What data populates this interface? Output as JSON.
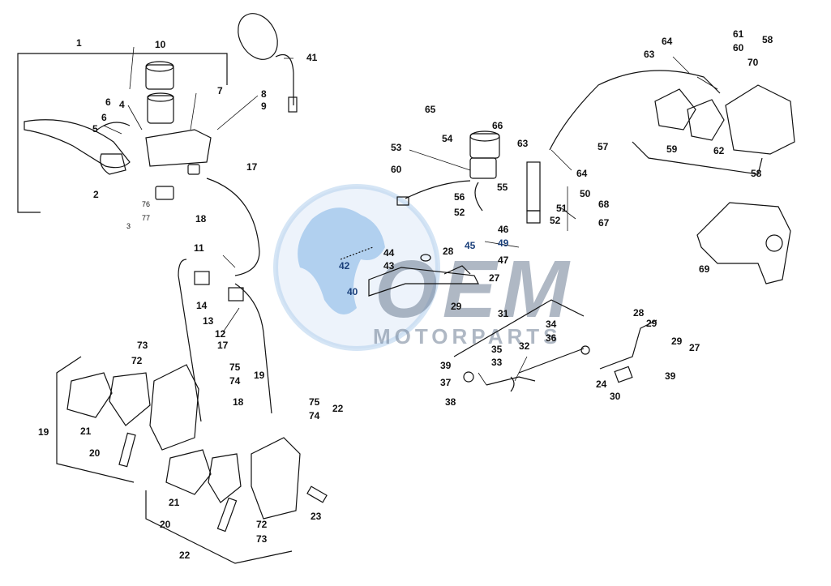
{
  "watermark": {
    "logo_text": "OEM",
    "sub_text": "MOTORPARTS",
    "color": "#6f7f95",
    "accent": "#2f7fd6"
  },
  "callouts": [
    {
      "id": "c1",
      "text": "1"
    },
    {
      "id": "c2",
      "text": "2"
    },
    {
      "id": "c3",
      "text": "3"
    },
    {
      "id": "c4",
      "text": "4"
    },
    {
      "id": "c5",
      "text": "5"
    },
    {
      "id": "c6a",
      "text": "6"
    },
    {
      "id": "c6b",
      "text": "6"
    },
    {
      "id": "c7",
      "text": "7"
    },
    {
      "id": "c8",
      "text": "8"
    },
    {
      "id": "c9",
      "text": "9"
    },
    {
      "id": "c10",
      "text": "10"
    },
    {
      "id": "c11",
      "text": "11"
    },
    {
      "id": "c12",
      "text": "12"
    },
    {
      "id": "c13",
      "text": "13"
    },
    {
      "id": "c14",
      "text": "14"
    },
    {
      "id": "c17a",
      "text": "17"
    },
    {
      "id": "c17b",
      "text": "17"
    },
    {
      "id": "c18a",
      "text": "18"
    },
    {
      "id": "c18b",
      "text": "18"
    },
    {
      "id": "c19a",
      "text": "19"
    },
    {
      "id": "c19b",
      "text": "19"
    },
    {
      "id": "c20a",
      "text": "20"
    },
    {
      "id": "c20b",
      "text": "20"
    },
    {
      "id": "c21a",
      "text": "21"
    },
    {
      "id": "c21b",
      "text": "21"
    },
    {
      "id": "c22a",
      "text": "22"
    },
    {
      "id": "c22b",
      "text": "22"
    },
    {
      "id": "c23",
      "text": "23"
    },
    {
      "id": "c24",
      "text": "24"
    },
    {
      "id": "c27a",
      "text": "27"
    },
    {
      "id": "c27b",
      "text": "27"
    },
    {
      "id": "c28a",
      "text": "28"
    },
    {
      "id": "c28b",
      "text": "28"
    },
    {
      "id": "c29a",
      "text": "29"
    },
    {
      "id": "c29b",
      "text": "29"
    },
    {
      "id": "c29c",
      "text": "29"
    },
    {
      "id": "c30",
      "text": "30"
    },
    {
      "id": "c31",
      "text": "31"
    },
    {
      "id": "c32",
      "text": "32"
    },
    {
      "id": "c33",
      "text": "33"
    },
    {
      "id": "c34",
      "text": "34"
    },
    {
      "id": "c35",
      "text": "35"
    },
    {
      "id": "c36",
      "text": "36"
    },
    {
      "id": "c37",
      "text": "37"
    },
    {
      "id": "c38",
      "text": "38"
    },
    {
      "id": "c39a",
      "text": "39"
    },
    {
      "id": "c39b",
      "text": "39"
    },
    {
      "id": "c40",
      "text": "40"
    },
    {
      "id": "c41",
      "text": "41"
    },
    {
      "id": "c42",
      "text": "42"
    },
    {
      "id": "c43",
      "text": "43"
    },
    {
      "id": "c44",
      "text": "44"
    },
    {
      "id": "c45",
      "text": "45"
    },
    {
      "id": "c46",
      "text": "46"
    },
    {
      "id": "c47",
      "text": "47"
    },
    {
      "id": "c49",
      "text": "49"
    },
    {
      "id": "c50",
      "text": "50"
    },
    {
      "id": "c51",
      "text": "51"
    },
    {
      "id": "c52a",
      "text": "52"
    },
    {
      "id": "c52b",
      "text": "52"
    },
    {
      "id": "c53",
      "text": "53"
    },
    {
      "id": "c54",
      "text": "54"
    },
    {
      "id": "c55",
      "text": "55"
    },
    {
      "id": "c56",
      "text": "56"
    },
    {
      "id": "c57",
      "text": "57"
    },
    {
      "id": "c58a",
      "text": "58"
    },
    {
      "id": "c58b",
      "text": "58"
    },
    {
      "id": "c59",
      "text": "59"
    },
    {
      "id": "c60a",
      "text": "60"
    },
    {
      "id": "c60b",
      "text": "60"
    },
    {
      "id": "c61",
      "text": "61"
    },
    {
      "id": "c62",
      "text": "62"
    },
    {
      "id": "c63a",
      "text": "63"
    },
    {
      "id": "c63b",
      "text": "63"
    },
    {
      "id": "c64a",
      "text": "64"
    },
    {
      "id": "c64b",
      "text": "64"
    },
    {
      "id": "c65",
      "text": "65"
    },
    {
      "id": "c66",
      "text": "66"
    },
    {
      "id": "c67",
      "text": "67"
    },
    {
      "id": "c68",
      "text": "68"
    },
    {
      "id": "c69",
      "text": "69"
    },
    {
      "id": "c70",
      "text": "70"
    },
    {
      "id": "c72a",
      "text": "72"
    },
    {
      "id": "c72b",
      "text": "72"
    },
    {
      "id": "c73a",
      "text": "73"
    },
    {
      "id": "c73b",
      "text": "73"
    },
    {
      "id": "c74a",
      "text": "74"
    },
    {
      "id": "c74b",
      "text": "74"
    },
    {
      "id": "c75a",
      "text": "75"
    },
    {
      "id": "c75b",
      "text": "75"
    },
    {
      "id": "c76",
      "text": "76"
    },
    {
      "id": "c77",
      "text": "77"
    }
  ]
}
